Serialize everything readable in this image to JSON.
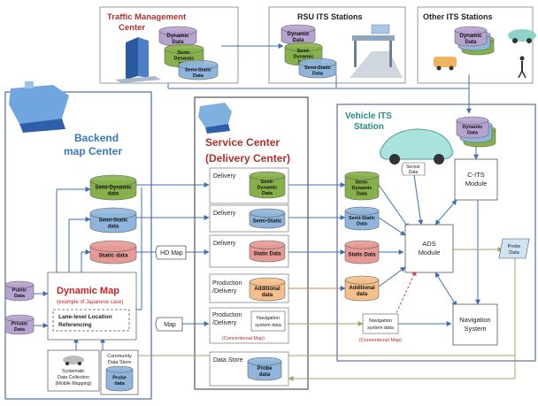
{
  "colors": {
    "red": "#b0302a",
    "blue": "#3a78b8",
    "teal": "#2a8a86",
    "green_fill": "#86b04a",
    "blue_fill": "#8fb5dc",
    "red_fill": "#e59a95",
    "purple_fill": "#b6a2cf",
    "orange_fill": "#f4bf8a",
    "white_fill": "#ffffff",
    "arrow_blue": "#3f6fb0",
    "arrow_olive": "#9aa66a",
    "arrow_red": "#d05050"
  },
  "title_top": {
    "traffic": [
      "Traffic Management",
      "Center"
    ],
    "rsu": "RSU  ITS Stations",
    "other": "Other ITS Stations"
  },
  "backend": [
    "Backend",
    "map  Center"
  ],
  "service": [
    "Service Center",
    "(Delivery Center)"
  ],
  "vehicle": [
    "Vehicle ITS",
    "Station"
  ],
  "db": {
    "tm_dyn": [
      "Dynamic",
      "Data"
    ],
    "tm_semi": [
      "Semi-",
      "Dynamic",
      "Data"
    ],
    "tm_static": [
      "Semi-Static",
      "Data"
    ],
    "rsu_dyn": [
      "Dynamic",
      "Data"
    ],
    "rsu_semi": [
      "Semi-",
      "Dynamic",
      "Data"
    ],
    "rsu_static": [
      "Semi-Static",
      "Data"
    ],
    "oth_dyn": [
      "Dynamic",
      "Data"
    ],
    "bk_semidyn": [
      "Semi-Dynamic",
      "data"
    ],
    "bk_semistatic": [
      "Semi-Static",
      "data"
    ],
    "bk_static": "Static data",
    "sc_semidyn": [
      "Semi-",
      "Dynamic",
      "Data"
    ],
    "sc_semistatic": "Semi-Static",
    "sc_static": "Static Data",
    "sc_additional": [
      "Additional",
      "data"
    ],
    "sc_probe": [
      "Probe",
      "data"
    ],
    "v_semidyn": [
      "Semi-",
      "Dynamic",
      "Data"
    ],
    "v_semistatic": [
      "Semi-Static",
      "Data"
    ],
    "v_static": "Static Data",
    "v_additional": [
      "Additional",
      "data"
    ],
    "v_dynamic": [
      "Dynamic",
      "Data"
    ],
    "comm_probe": [
      "Probe",
      "data"
    ],
    "public": [
      "Public",
      "Data"
    ],
    "private": [
      "Private",
      "Data"
    ]
  },
  "delivery_labels": [
    "Delivery",
    "Delivery",
    "Delivery"
  ],
  "production_delivery": [
    "Production",
    "/Delivery"
  ],
  "nav_sc": [
    "Navigation",
    "system data"
  ],
  "nav_v": [
    "Navigation",
    "system data"
  ],
  "conventional_map": "(Conventional  Map)",
  "data_store": "Data Store",
  "hd_map": "HD Map",
  "map": "Map",
  "dynamic_map": {
    "title": "Dynamic Map",
    "subtitle": "(example of Japanese case)",
    "lane": [
      "Lane-level Location",
      "Referencing"
    ]
  },
  "systematic": [
    "Systematic",
    "Data Collection",
    "(Mobile Mapping)"
  ],
  "community": [
    "Community",
    "Data Store"
  ],
  "sensor_data": [
    "Sensor",
    "Data"
  ],
  "cits": [
    "C-ITS",
    "Module"
  ],
  "ads": [
    "ADS",
    "Module"
  ],
  "nav_system": [
    "Navigation",
    "System"
  ],
  "probe_data": [
    "Probe",
    "Data"
  ]
}
